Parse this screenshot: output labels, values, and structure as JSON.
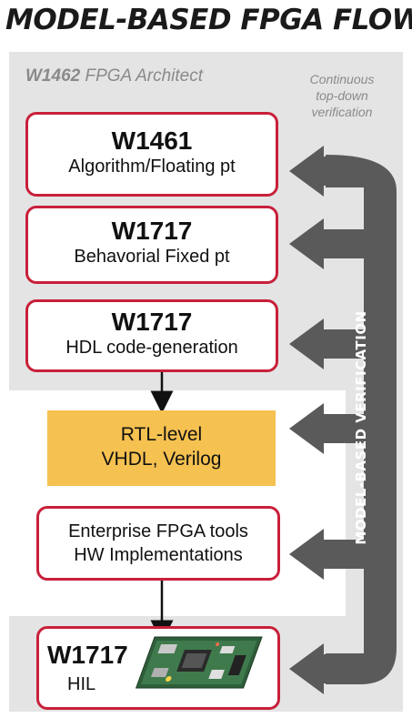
{
  "title": "MODEL-BASED  FPGA FLOW",
  "architect": {
    "code": "W1462",
    "label": "FPGA Architect"
  },
  "continuous": [
    "Continuous",
    "top-down",
    "verification"
  ],
  "verification_label": "MODEL-BASED VERIFICATION",
  "boxes": [
    {
      "code": "W1461",
      "label": "Algorithm/Floating pt"
    },
    {
      "code": "W1717",
      "label": "Behavorial Fixed pt"
    },
    {
      "code": "W1717",
      "label": "HDL code-generation"
    }
  ],
  "rtl": {
    "line1": "RTL-level",
    "line2": "VHDL, Verilog"
  },
  "tools": {
    "line1": "Enterprise FPGA tools",
    "line2": "HW Implementations"
  },
  "hil": {
    "code": "W1717",
    "label": "HIL",
    "image": "fpga-board-icon"
  },
  "colors": {
    "box_border": "#c8203a",
    "rtl_fill": "#f5c150",
    "arrow": "#5a5a5a",
    "panel_gray": "#e4e4e4"
  }
}
